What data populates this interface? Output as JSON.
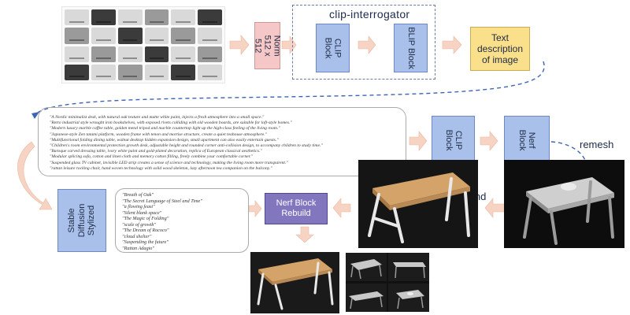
{
  "pipeline": {
    "norm_label": "Norm 512 x 512",
    "clip_interrogator_title": "clip-interrogator",
    "clip_block_label": "CLIP Block",
    "blip_block_label": "BLIP Block",
    "text_description_label": "Text description of image",
    "clip_block2_label": "CLIP Block",
    "nerf_block_label": "Nerf Block",
    "remesh_label": "remesh",
    "reblend_label": "reblend",
    "stable_diffusion_label": "Stable Diffusion Stylized",
    "nerf_rebuild_label": "Nerf Block Rebuild"
  },
  "prompts": [
    "\"A Nordic minimalist desk, with natural oak texture and matte white paint, injects a fresh atmosphere into a small space.\"",
    "\"Retro industrial style wrought iron bookshelves, with exposed rivets colliding with old wooden boards, are suitable for loft-style homes.\"",
    "\"Modern luxury marble coffee table, golden metal tripod and marble countertop light up the high-class feeling of the living room.\"",
    "\"Japanese-style Zen tatami platform, wooden frame with tenon and mortise structure, create a quiet teahouse atmosphere.\"",
    "\"Multifunctional folding dining table, walnut desktop hidden expansion design, small apartment can also easily entertain guests.\"",
    "\"Children's room environmental protection growth desk, adjustable height and rounded corner anti-collision design, to accompany children to study time.\"",
    "\"Baroque carved dressing table, ivory white paint and gold-plated decoration, replica of European classical aesthetics.\"",
    "\"Modular splicing sofa, cotton and linen cloth and memory cotton filling, freely combine your comfortable corner.\"",
    "\"Suspended glass TV cabinet, invisible LED strip creates a sense of science and technology, making the living room more transparent.\"",
    "\"rattan leisure rocking chair, hand woven technology with solid wood skeleton, lazy afternoon tea companion on the balcony.\""
  ],
  "styles": [
    "\"Breath of Oak\"",
    "\"The Secret Language of Steel and Time\"",
    "\"a flowing feast\"",
    "\"Silent blank space\"",
    "\"The Magic of Folding\"",
    "\"scale of growth\"",
    "\"The Dream of Rococo\"",
    "\"cloud shelter\"",
    "\"Suspending the future\"",
    "\"Rattan Adagio\""
  ],
  "colors": {
    "arrow_fill": "#f6d3c2",
    "blue_block": "#a9c1ea",
    "pink_block": "#f6c7c7",
    "yellow_block": "#fbe08b",
    "purple_block": "#8277bf",
    "dashed_connector": "#3f64b3"
  }
}
